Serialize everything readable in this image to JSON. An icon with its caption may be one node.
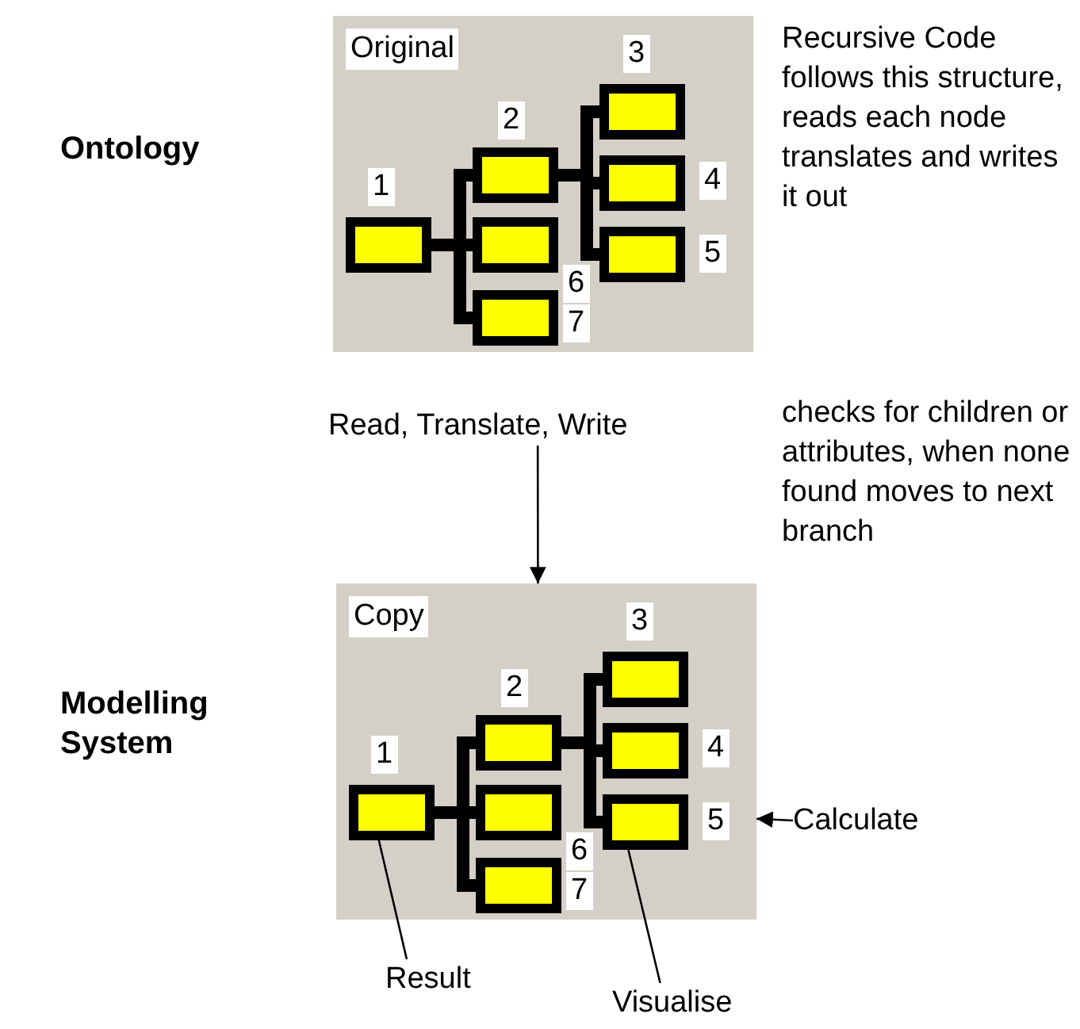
{
  "diagram": {
    "nodes": [
      {
        "text": [
          "Original"
        ]
      },
      {
        "text": [],
        "shape": "box",
        "in": 0,
        "beside": [
          "1"
        ]
      },
      {
        "text": [],
        "shape": "box",
        "in": 0,
        "beside": [
          "2"
        ]
      },
      {
        "text": [],
        "shape": "box",
        "in": 0,
        "beside": [
          "3"
        ]
      },
      {
        "text": [],
        "shape": "box",
        "in": 0,
        "beside": [
          "4"
        ]
      },
      {
        "text": [],
        "shape": "box",
        "in": 0,
        "beside": [
          "5"
        ]
      },
      {
        "text": [],
        "shape": "box",
        "in": 0,
        "beside": [
          "6"
        ]
      },
      {
        "text": [],
        "shape": "box",
        "in": 0,
        "beside": [
          "7"
        ]
      },
      {
        "text": [
          "Copy"
        ]
      },
      {
        "text": [],
        "shape": "box",
        "in": 8,
        "beside": [
          "1"
        ]
      },
      {
        "text": [],
        "shape": "box",
        "in": 8,
        "beside": [
          "2"
        ]
      },
      {
        "text": [],
        "shape": "box",
        "in": 8,
        "beside": [
          "3"
        ]
      },
      {
        "text": [],
        "shape": "box",
        "in": 8,
        "beside": [
          "4"
        ]
      },
      {
        "text": [],
        "shape": "box",
        "in": 8,
        "beside": [
          "5"
        ]
      },
      {
        "text": [],
        "shape": "box",
        "in": 8,
        "beside": [
          "6"
        ]
      },
      {
        "text": [],
        "shape": "box",
        "in": 8,
        "beside": [
          "7"
        ]
      },
      {
        "text": [
          "Read, Translate, Write"
        ]
      },
      {
        "text": [
          "Calculate"
        ]
      },
      {
        "text": [
          "Result"
        ]
      },
      {
        "text": [
          "Visualise"
        ]
      }
    ],
    "edges": [
      {
        "from": 1,
        "to": 2,
        "arrow": "none"
      },
      {
        "from": 1,
        "to": 6,
        "arrow": "none"
      },
      {
        "from": 1,
        "to": 7,
        "arrow": "none"
      },
      {
        "from": 2,
        "to": 3,
        "arrow": "none"
      },
      {
        "from": 2,
        "to": 4,
        "arrow": "none"
      },
      {
        "from": 2,
        "to": 5,
        "arrow": "none"
      },
      {
        "from": 9,
        "to": 10,
        "arrow": "none"
      },
      {
        "from": 9,
        "to": 14,
        "arrow": "none"
      },
      {
        "from": 9,
        "to": 15,
        "arrow": "none"
      },
      {
        "from": 10,
        "to": 11,
        "arrow": "none"
      },
      {
        "from": 10,
        "to": 12,
        "arrow": "none"
      },
      {
        "from": 10,
        "to": 13,
        "arrow": "none"
      },
      {
        "from": 16,
        "to": 8,
        "arrow": "to"
      },
      {
        "from": 17,
        "to": 8,
        "arrow": "to"
      },
      {
        "from": 18,
        "to": 9,
        "arrow": "none"
      },
      {
        "from": 19,
        "to": 13,
        "arrow": "none"
      }
    ],
    "labels": [
      "Ontology",
      "Recursive Code follows this structure, reads each node translates and writes it out",
      "checks for children or attributes, when none found moves to next branch",
      "Modelling System"
    ]
  }
}
